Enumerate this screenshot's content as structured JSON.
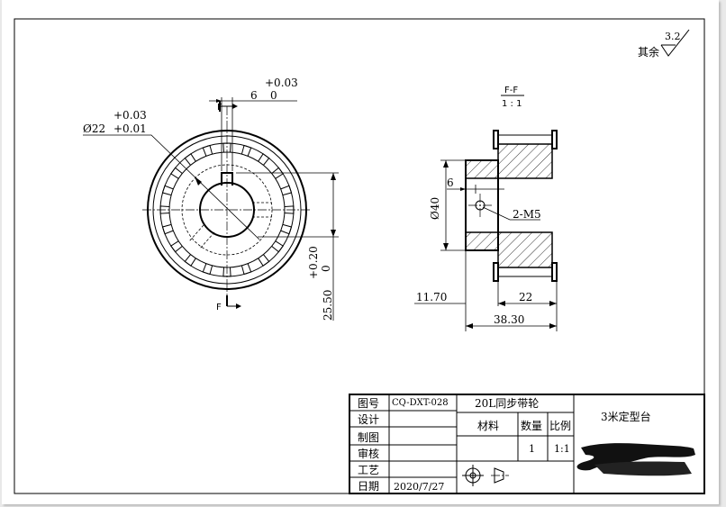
{
  "roughness": {
    "value": "3.2",
    "note": "其余"
  },
  "dimensions": {
    "bore_dia": "Ø22",
    "bore_tol_upper": "+0.03",
    "bore_tol_lower": "+0.01",
    "key_width": "6",
    "key_tol_upper": "+0.03",
    "key_tol_lower": "0",
    "key_depth": "25.50",
    "key_depth_tol_upper": "+0.20",
    "key_depth_tol_lower": "0",
    "hub_dia": "Ø40",
    "setscrew_offset": "6",
    "setscrew": "2-M5",
    "hub_len": "11.70",
    "tooth_width": "22",
    "total_len": "38.30"
  },
  "section": {
    "cut_label": "F",
    "title": "F-F",
    "scale": "1 : 1"
  },
  "title_block": {
    "lbl_drawing_no": "图号",
    "drawing_no": "CQ-DXT-028",
    "part_name": "20L同步带轮",
    "lbl_design": "设计",
    "lbl_material": "材料",
    "lbl_qty": "数量",
    "lbl_scale": "比例",
    "lbl_draw": "制图",
    "qty": "1",
    "scale": "1:1",
    "lbl_check": "审核",
    "lbl_process": "工艺",
    "lbl_date": "日期",
    "date": "2020/7/27",
    "project": "3米定型台"
  }
}
